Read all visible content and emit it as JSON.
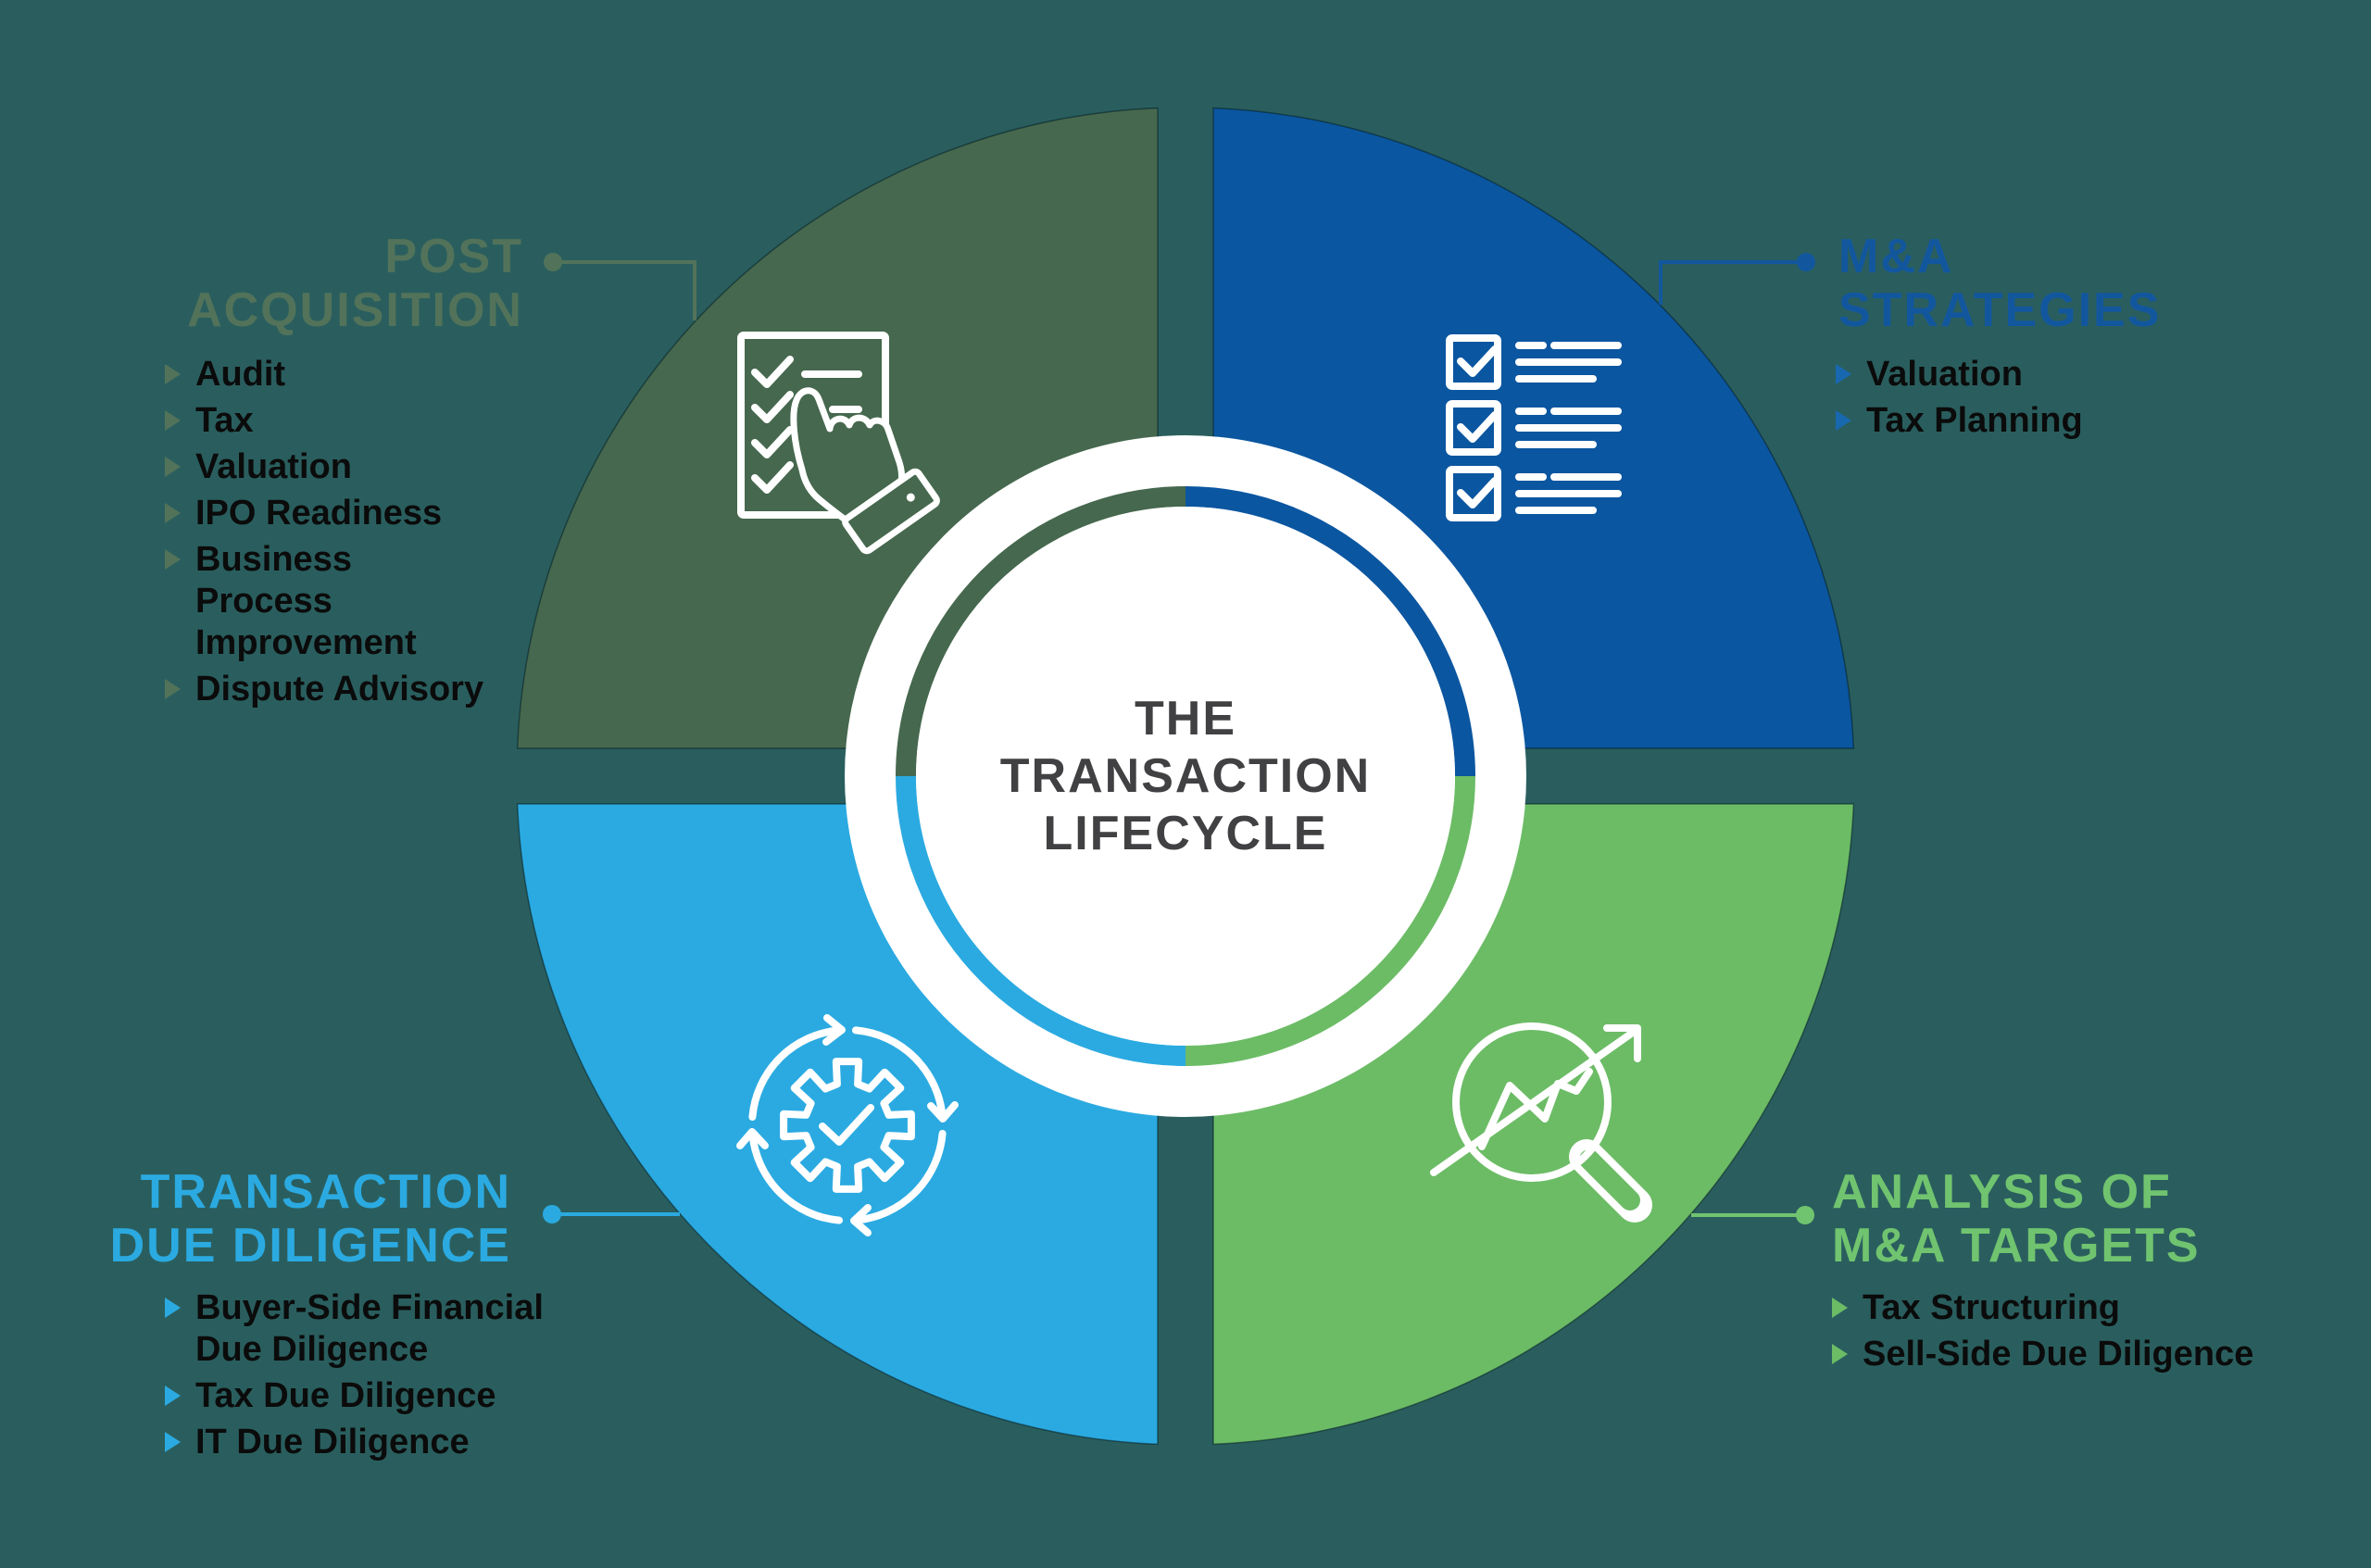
{
  "background_color": "#2A5E5E",
  "center": {
    "title_lines": [
      "THE",
      "TRANSACTION",
      "LIFECYCLE"
    ],
    "text_color": "#414042",
    "ring_color": "#FFFFFF"
  },
  "quadrants": [
    {
      "id": "post-acquisition",
      "position": "top-left",
      "color": "#46684E",
      "heading_color": "#52735A",
      "bullet_color": "#52735A",
      "heading_lines": [
        "POST",
        "ACQUISITION"
      ],
      "icon": "checklist-hand-icon",
      "items": [
        "Audit",
        "Tax",
        "Valuation",
        "IPO Readiness",
        "Business Process Improvement",
        "Dispute Advisory"
      ]
    },
    {
      "id": "ma-strategies",
      "position": "top-right",
      "color": "#0B56A0",
      "heading_color": "#12579E",
      "bullet_color": "#1868B0",
      "heading_lines": [
        "M&A",
        "STRATEGIES"
      ],
      "icon": "checkbox-list-icon",
      "items": [
        "Valuation",
        "Tax Planning"
      ]
    },
    {
      "id": "transaction-due-diligence",
      "position": "bottom-left",
      "color": "#2BAAE1",
      "heading_color": "#2BAAE1",
      "bullet_color": "#2BAAE1",
      "heading_lines": [
        "TRANSACTION",
        "DUE DILIGENCE"
      ],
      "icon": "gear-sync-icon",
      "items": [
        "Buyer-Side Financial Due Diligence",
        "Tax Due Diligence",
        "IT Due Diligence"
      ]
    },
    {
      "id": "analysis-of-ma-targets",
      "position": "bottom-right",
      "color": "#6CBC66",
      "heading_color": "#71C46F",
      "bullet_color": "#6CBC66",
      "heading_lines": [
        "ANALYSIS OF",
        "M&A TARGETS"
      ],
      "icon": "magnifier-trend-icon",
      "items": [
        "Tax Structuring",
        "Sell-Side Due Diligence"
      ]
    }
  ]
}
